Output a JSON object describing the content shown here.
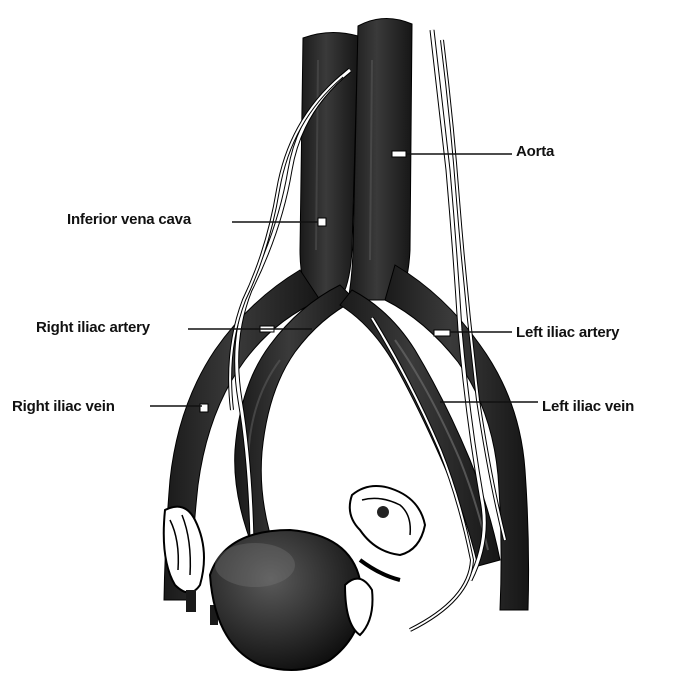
{
  "labels": {
    "aorta": "Aorta",
    "inferior_vena_cava": "Inferior vena cava",
    "right_iliac_artery": "Right iliac artery",
    "left_iliac_artery": "Left iliac artery",
    "right_iliac_vein": "Right iliac vein",
    "left_iliac_vein": "Left iliac vein"
  },
  "colors": {
    "vessel": "#2b2b2b",
    "vessel_dark": "#111111",
    "highlight": "#6a6a6a",
    "line": "#111111",
    "background": "#ffffff"
  }
}
